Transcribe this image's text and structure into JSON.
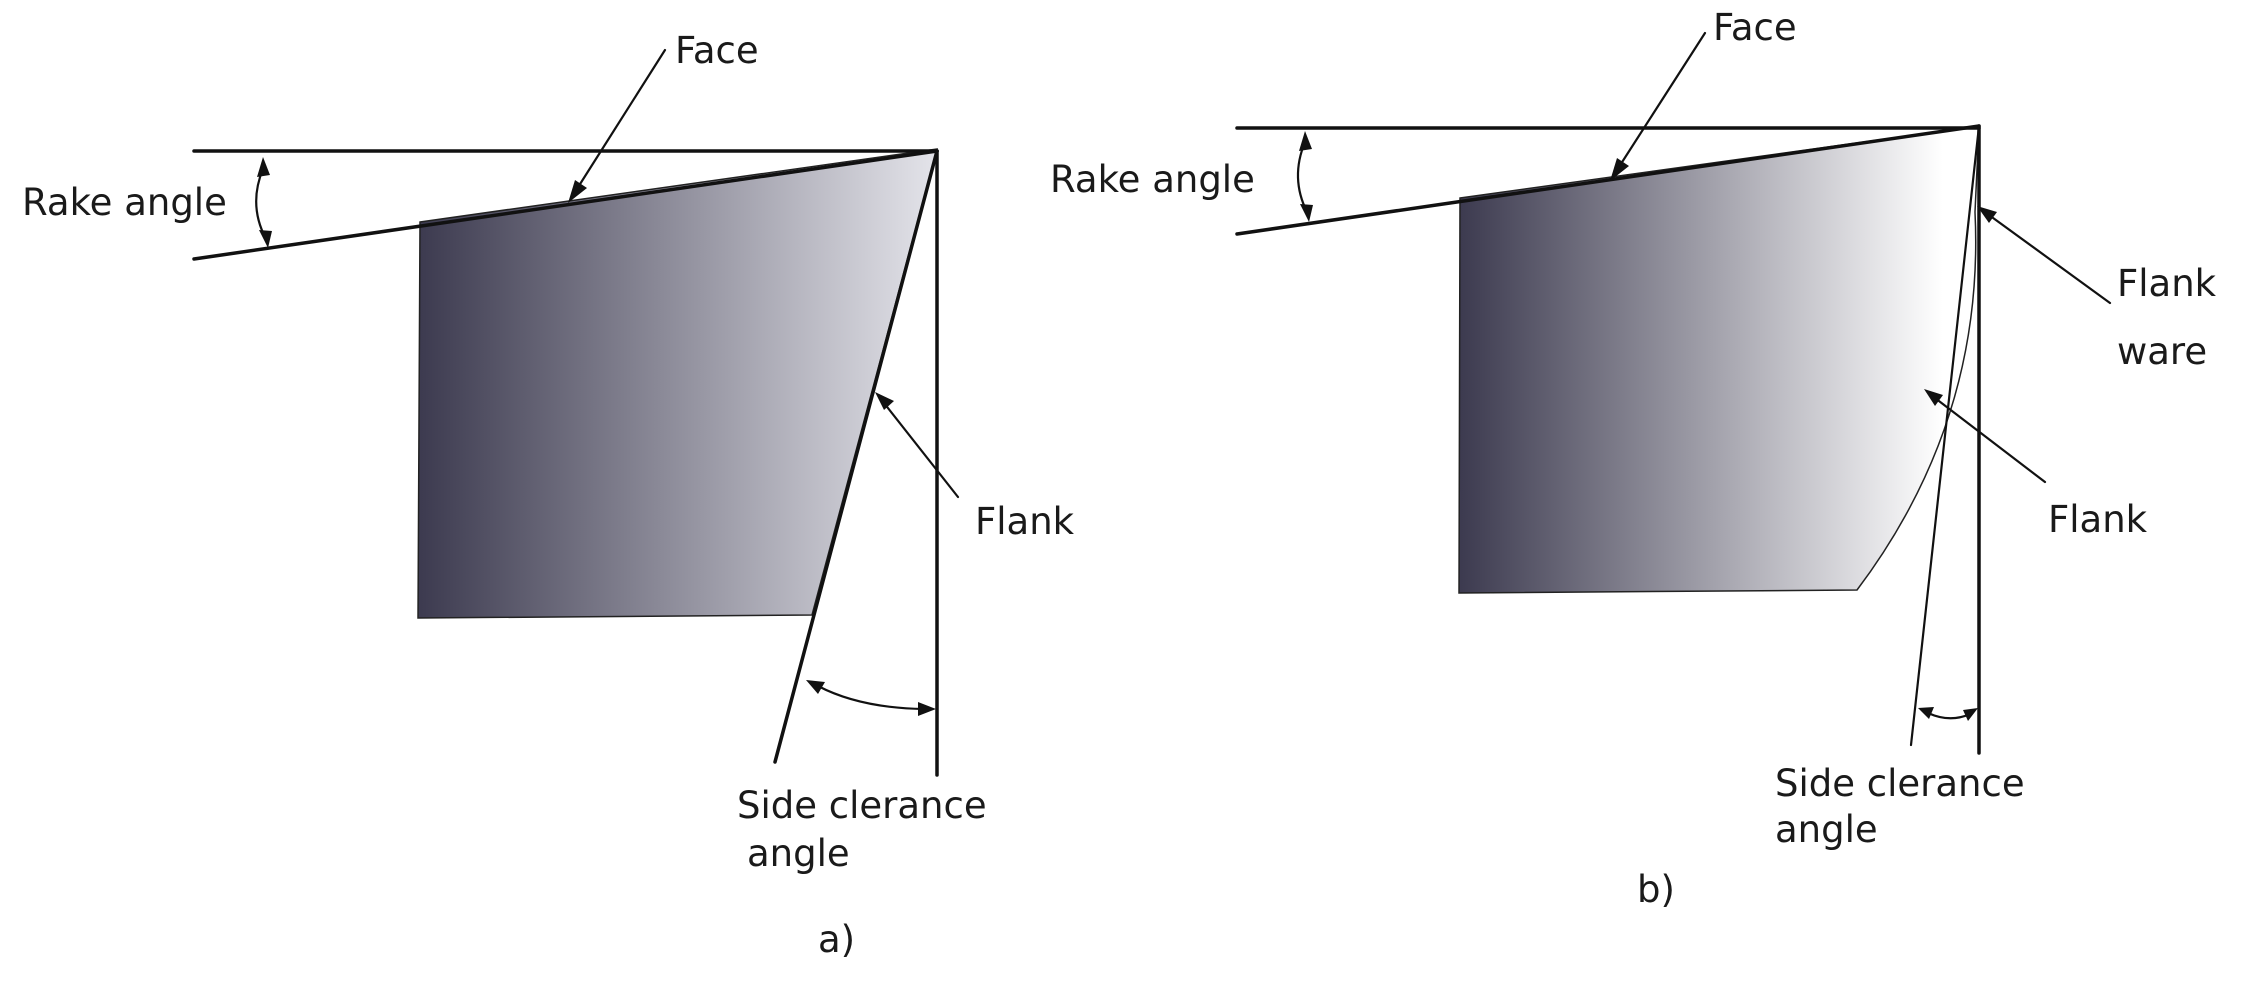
{
  "panel_a": {
    "caption": "a)",
    "labels": {
      "face": "Face",
      "rake_angle": "Rake angle",
      "flank": "Flank",
      "side_clearance_line1": "Side clerance",
      "side_clearance_line2": "angle"
    }
  },
  "panel_b": {
    "caption": "b)",
    "labels": {
      "face": "Face",
      "rake_angle": "Rake angle",
      "flank_wear_line1": "Flank",
      "flank_wear_line2": "ware",
      "flank": "Flank",
      "side_clearance_line1": "Side clerance",
      "side_clearance_line2": "angle"
    }
  },
  "colors": {
    "tool_dark": "#3c3a4f",
    "tool_light": "#ffffff",
    "line": "#111111"
  }
}
